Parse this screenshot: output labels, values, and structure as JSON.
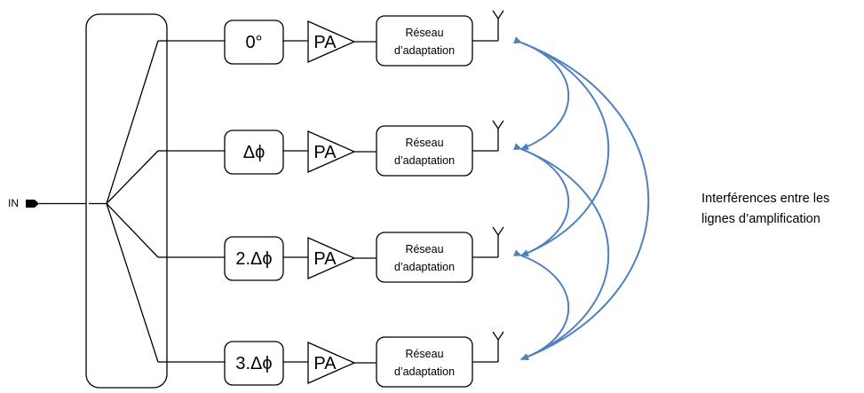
{
  "input_label": "IN",
  "phase_labels": [
    "0°",
    "Δϕ",
    "2.Δϕ",
    "3.Δϕ"
  ],
  "amplifier_label": "PA",
  "matching_network_label": [
    "Réseau",
    "d’adaptation"
  ],
  "annotation": [
    "Interférences entre les",
    "lignes d’amplification"
  ],
  "colors": {
    "lines": "#000000",
    "interference_arcs": "#4f81bd"
  },
  "icons": [
    "antenna-icon",
    "triangle-amplifier-icon",
    "input-arrow-icon"
  ]
}
